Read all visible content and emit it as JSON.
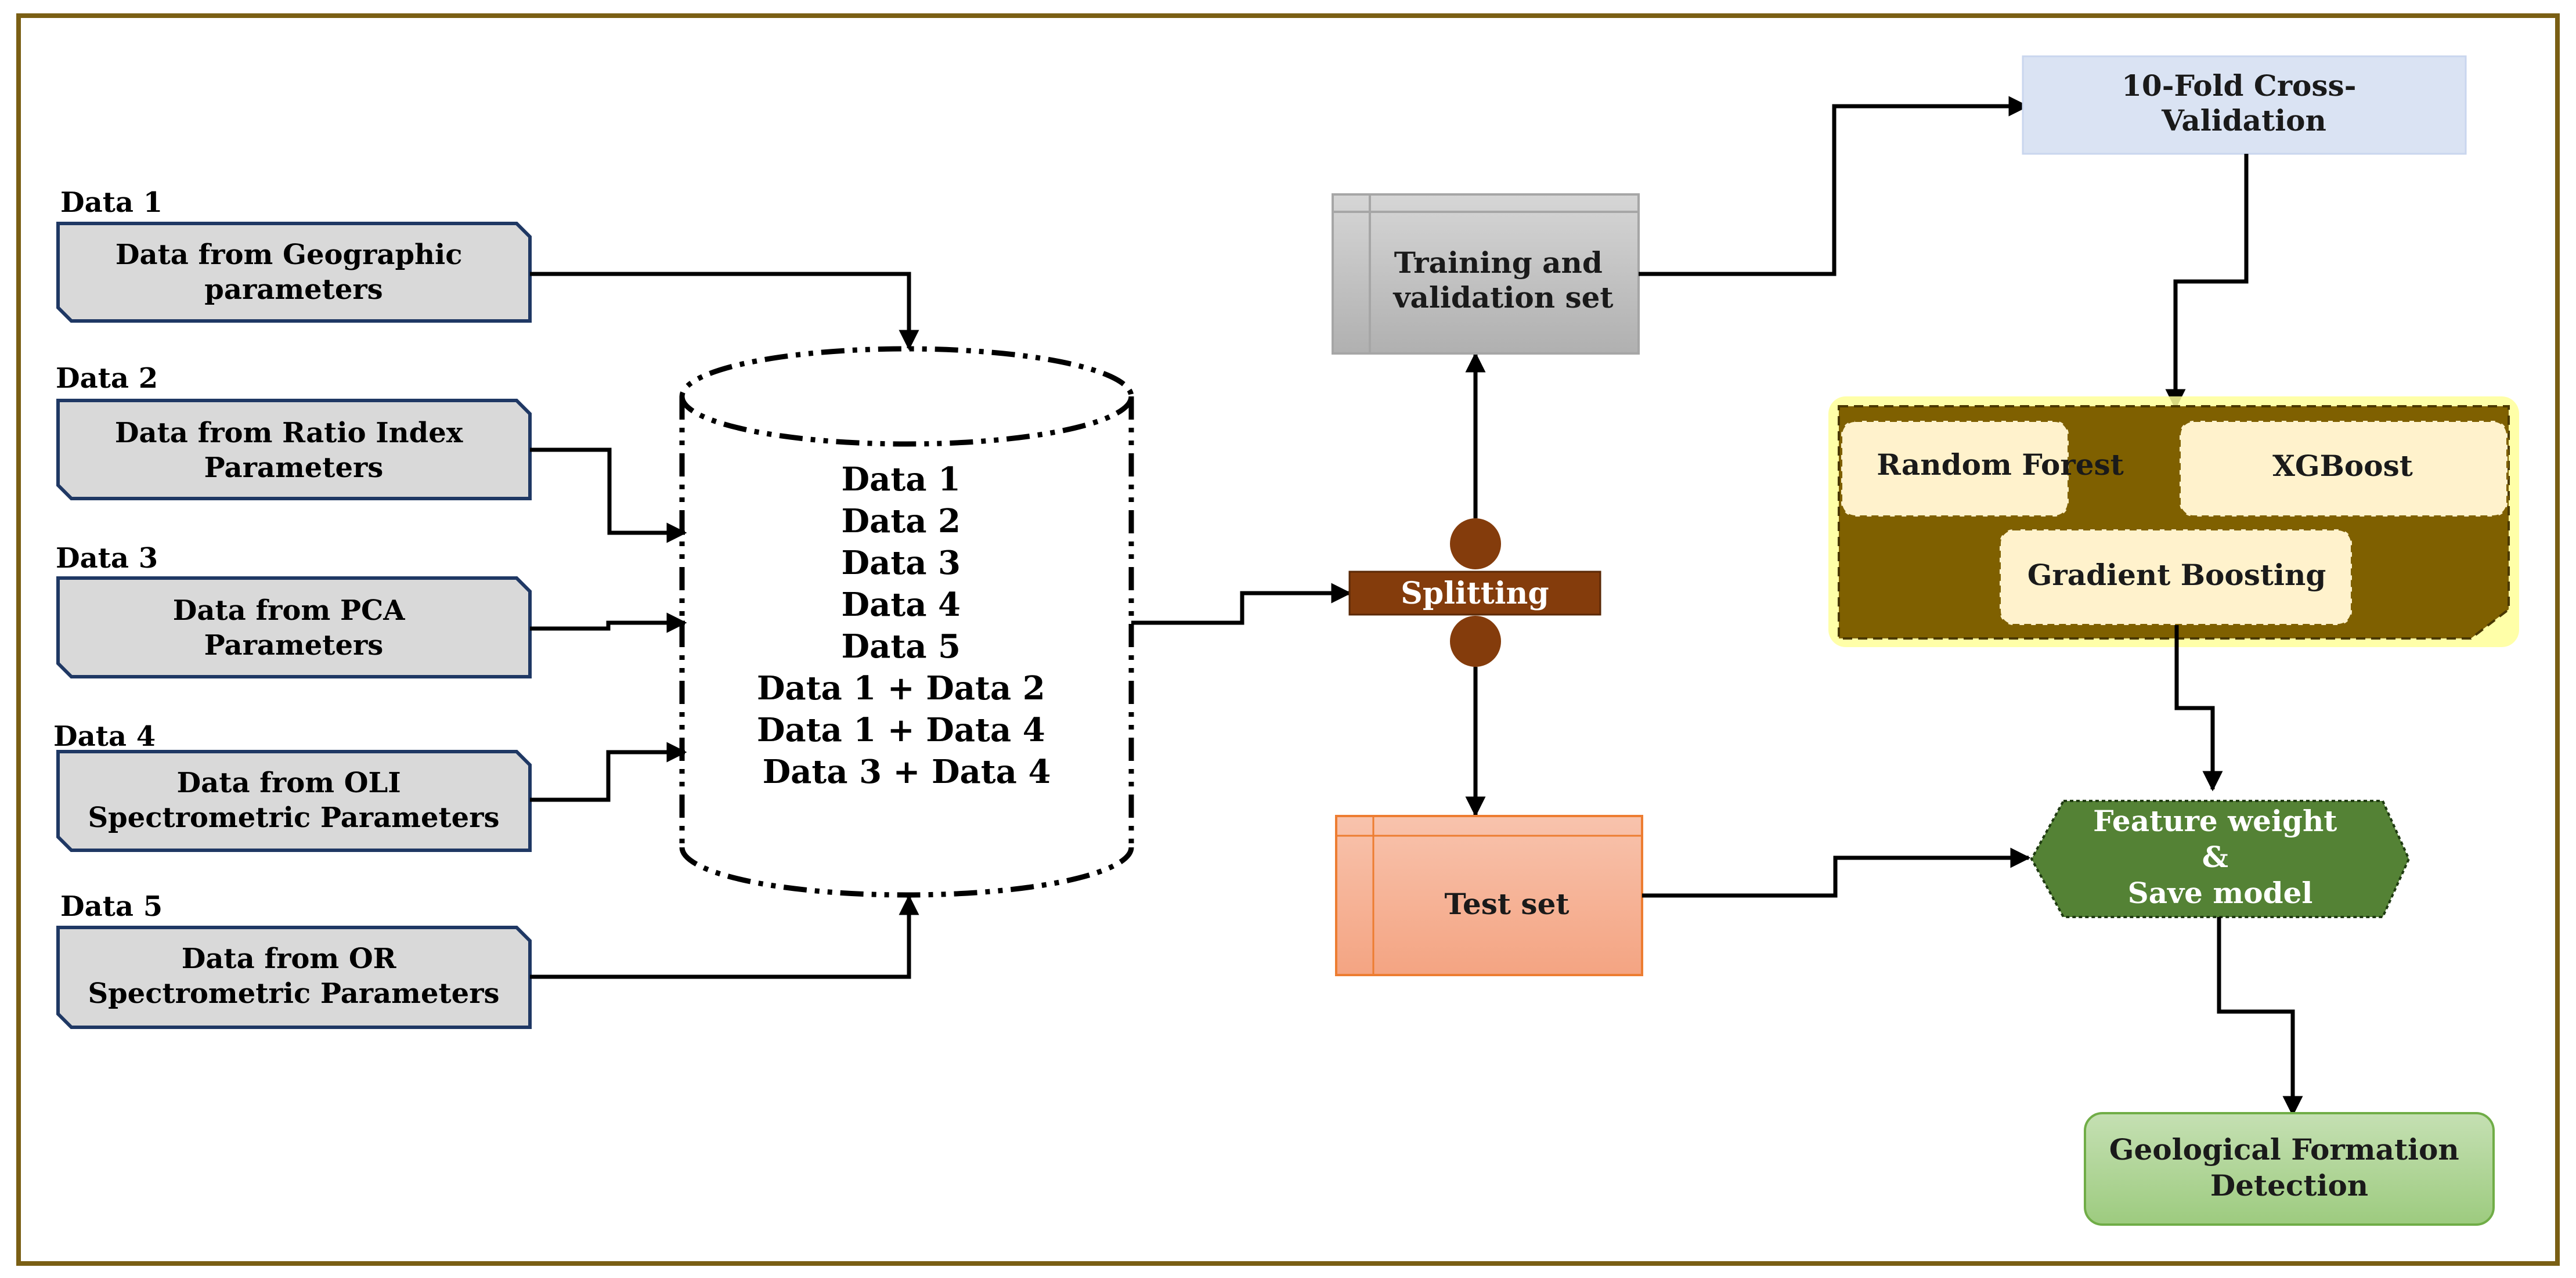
{
  "inputs": [
    {
      "tag": "Data 1",
      "lines": [
        "Data from Geographic",
        "parameters"
      ]
    },
    {
      "tag": "Data 2",
      "lines": [
        "Data from Ratio Index",
        "Parameters"
      ]
    },
    {
      "tag": "Data 3",
      "lines": [
        "Data from PCA",
        "Parameters"
      ]
    },
    {
      "tag": "Data 4",
      "lines": [
        "Data from OLI",
        "Spectrometric Parameters"
      ]
    },
    {
      "tag": "Data 5",
      "lines": [
        "Data from OR",
        "Spectrometric Parameters"
      ]
    }
  ],
  "datasets": [
    "Data 1",
    "Data 2",
    "Data 3",
    "Data 4",
    "Data 5",
    "Data 1 + Data 2",
    "Data 1 + Data 4",
    "Data 3 + Data 4"
  ],
  "splitting": "Splitting",
  "training_set": [
    "Training and",
    "validation set"
  ],
  "test_set": "Test set",
  "cross_validation": [
    "10-Fold Cross-",
    "Validation"
  ],
  "models": {
    "rf": "Random Forest",
    "xgb": "XGBoost",
    "gb": "Gradient Boosting"
  },
  "feature_weight": [
    "Feature weight",
    "&",
    "Save model"
  ],
  "detection": [
    "Geological Formation",
    "Detection"
  ],
  "colors": {
    "frame": "#7a5f14",
    "input_fill": "#d9d9d9",
    "input_border": "#1f3864",
    "split_fill": "#843c0c",
    "training_fill": "#bdbdbd",
    "test_fill": "#f4a98a",
    "cv_fill": "#dae3f3",
    "model_group_fill": "#7f6000",
    "model_fill": "#fff2cc",
    "feature_fill": "#548235",
    "detection_fill": "#a9d18e"
  }
}
